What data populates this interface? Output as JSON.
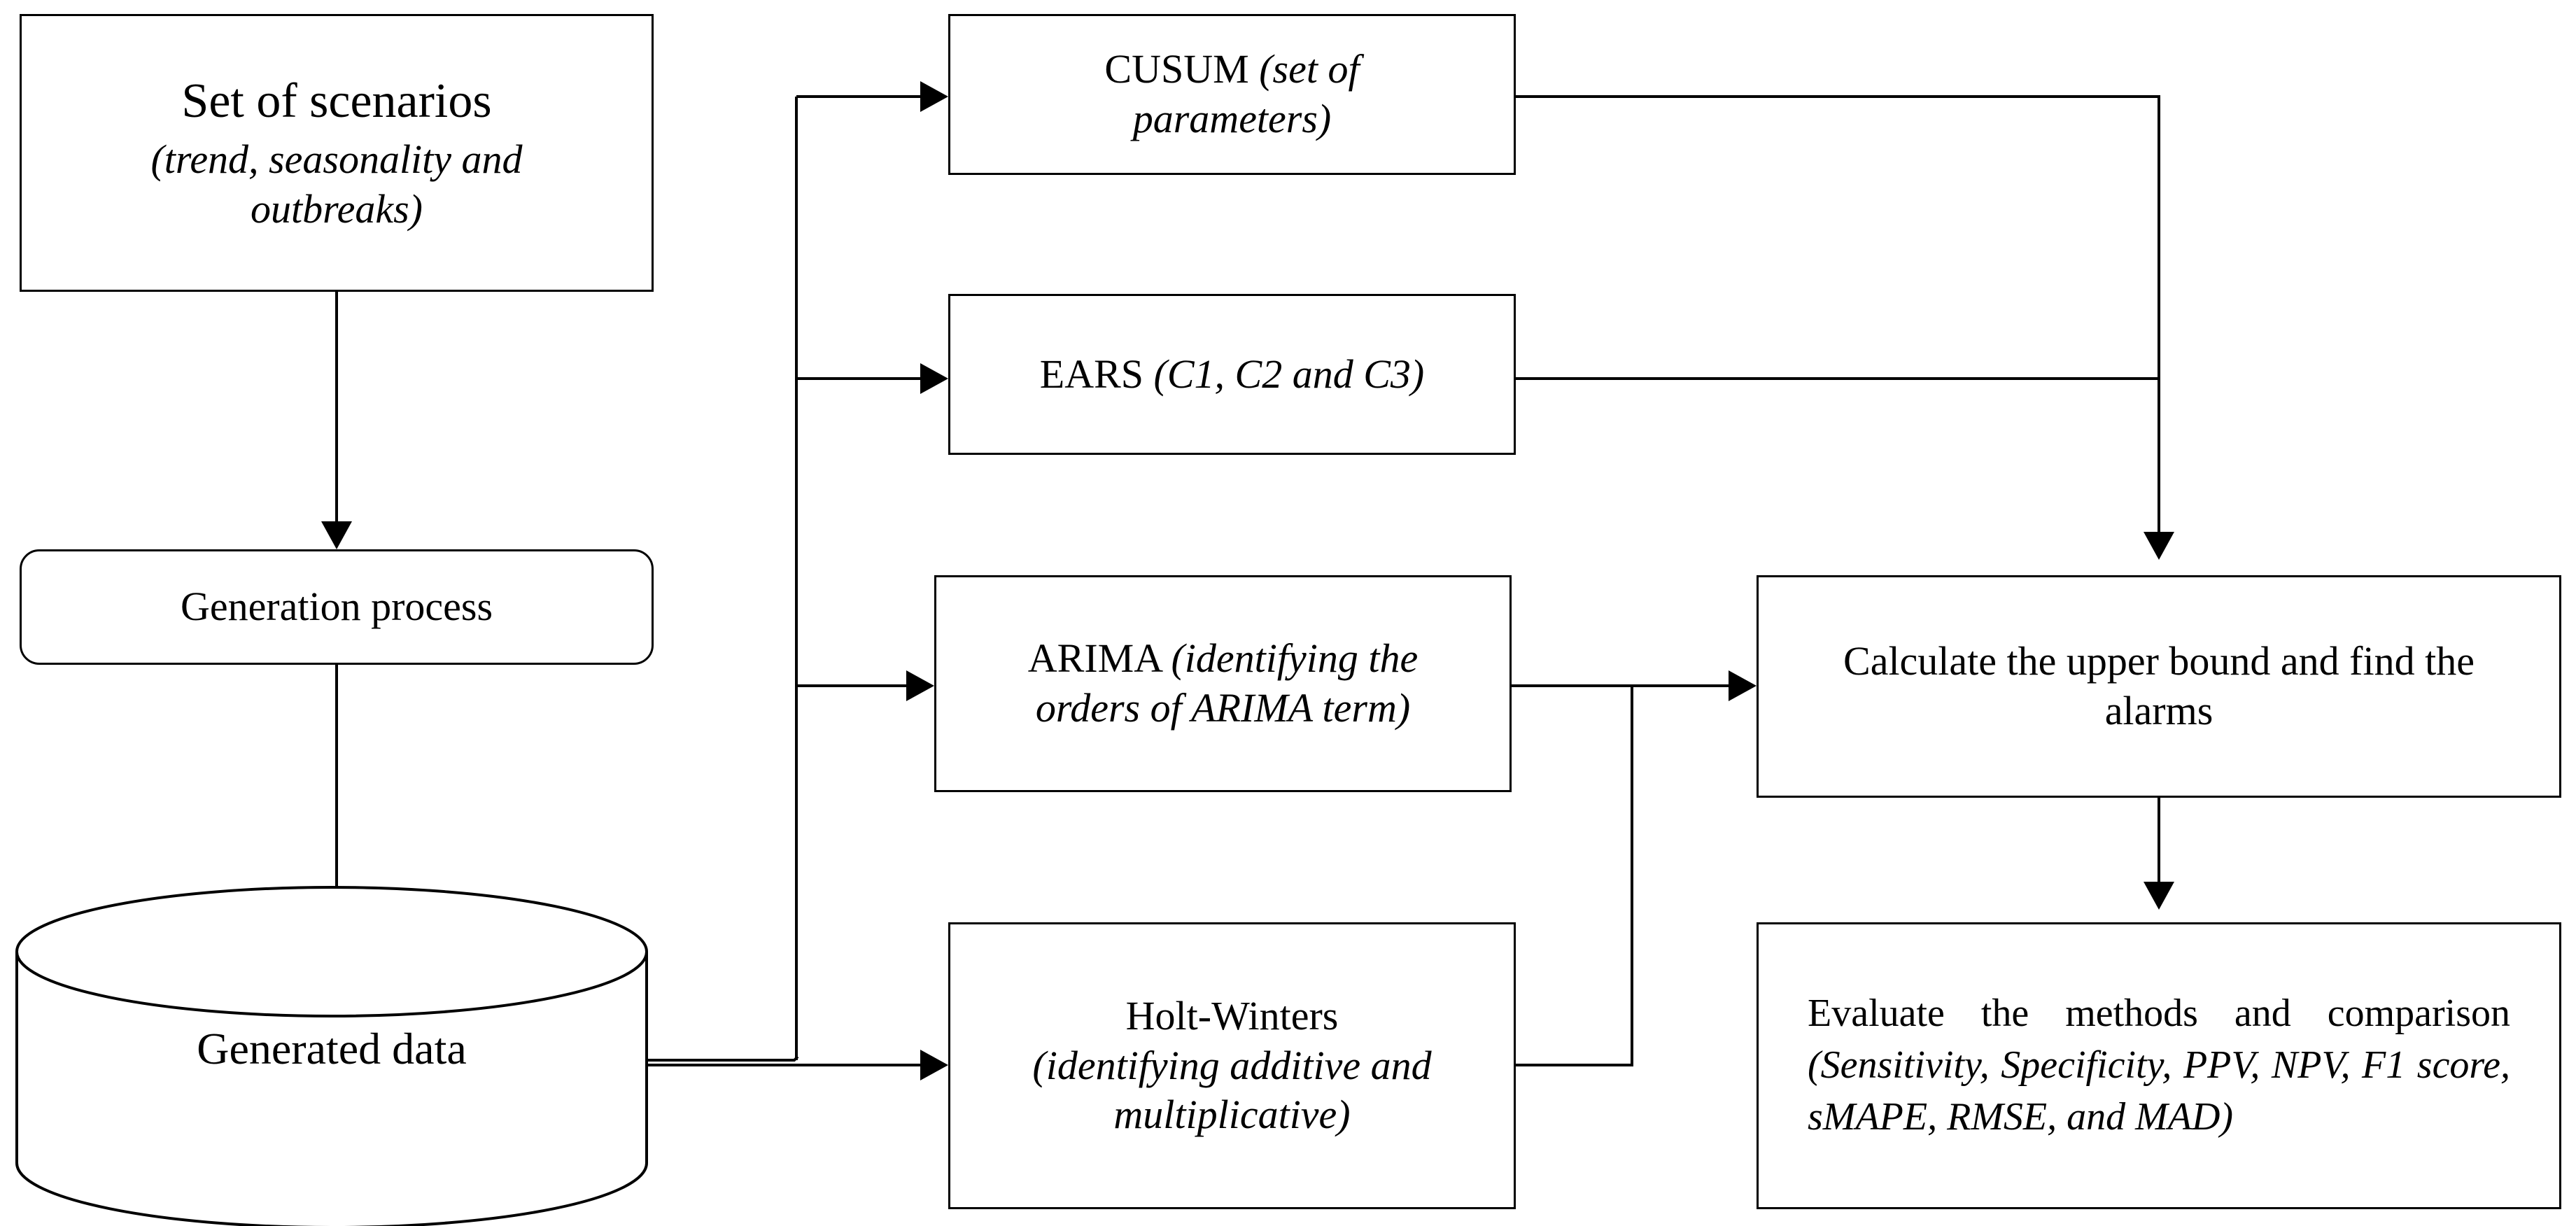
{
  "scenarios": {
    "title": "Set of scenarios",
    "detail": "(trend, seasonality and outbreaks)"
  },
  "generation": {
    "label": "Generation process"
  },
  "generated": {
    "label": "Generated data"
  },
  "cusum": {
    "name": "CUSUM",
    "detail": "(set of parameters)"
  },
  "ears": {
    "name": "EARS",
    "detail": "(C1, C2 and C3)"
  },
  "arima": {
    "name": "ARIMA",
    "detail": "(identifying the orders of ARIMA term)"
  },
  "holt": {
    "name": "Holt-Winters",
    "detail": "(identifying additive and multiplicative)"
  },
  "calculate": {
    "label": "Calculate the upper bound and find the alarms"
  },
  "evaluate": {
    "prefix": "Evaluate the methods and comparison",
    "detail": "(Sensitivity, Specificity, PPV, NPV, F1 score, sMAPE, RMSE, and MAD)"
  }
}
